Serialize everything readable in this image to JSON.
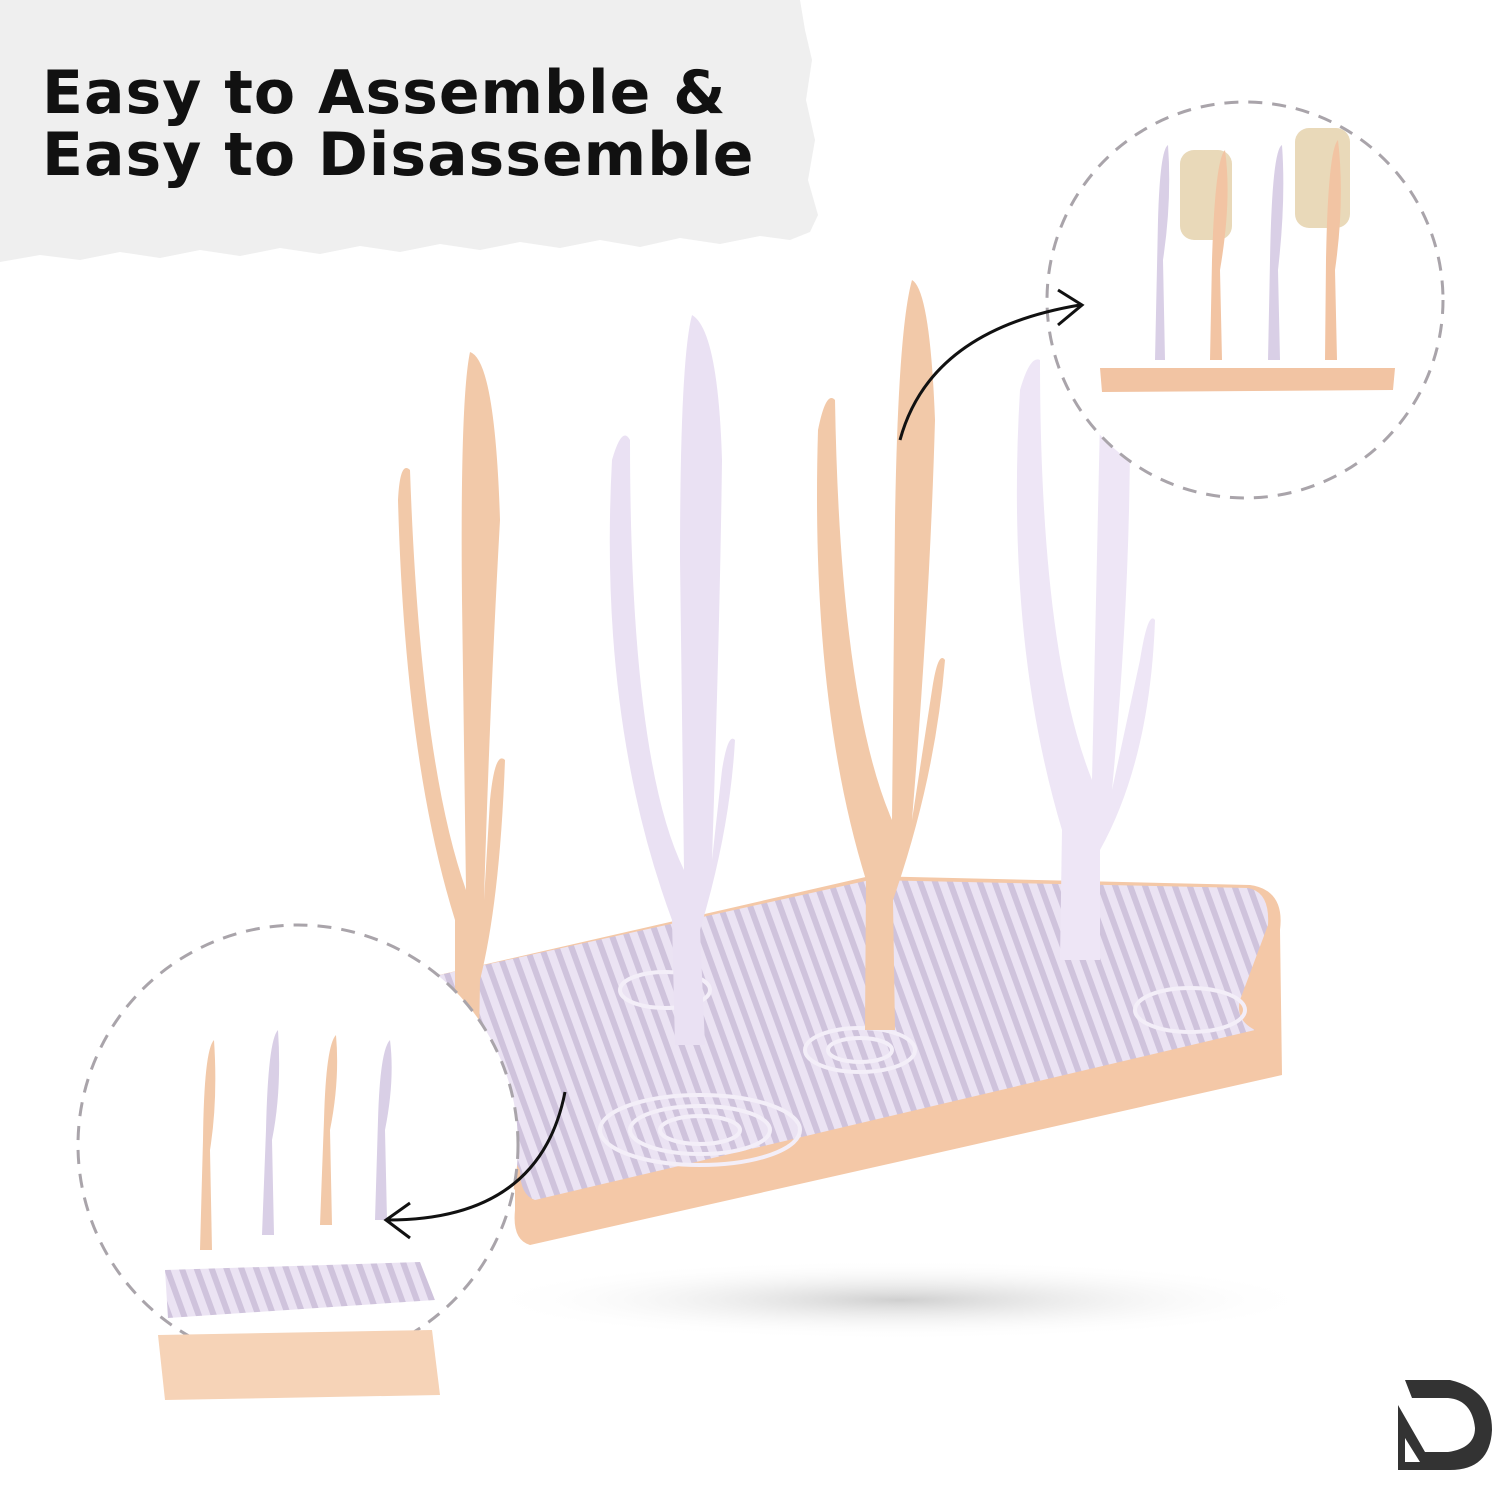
{
  "headline": {
    "line1": "Easy to Assemble &",
    "line2": "Easy to Disassemble"
  },
  "brand": {
    "logo_letter": "D"
  },
  "colors": {
    "peach": "#f2c9a9",
    "lavender": "#e7ddf0",
    "tray_rim": "#f4c8a7",
    "paper": "#efefef",
    "dashed_circle": "#a9a4aa",
    "text": "#111111",
    "logo": "#333333"
  }
}
